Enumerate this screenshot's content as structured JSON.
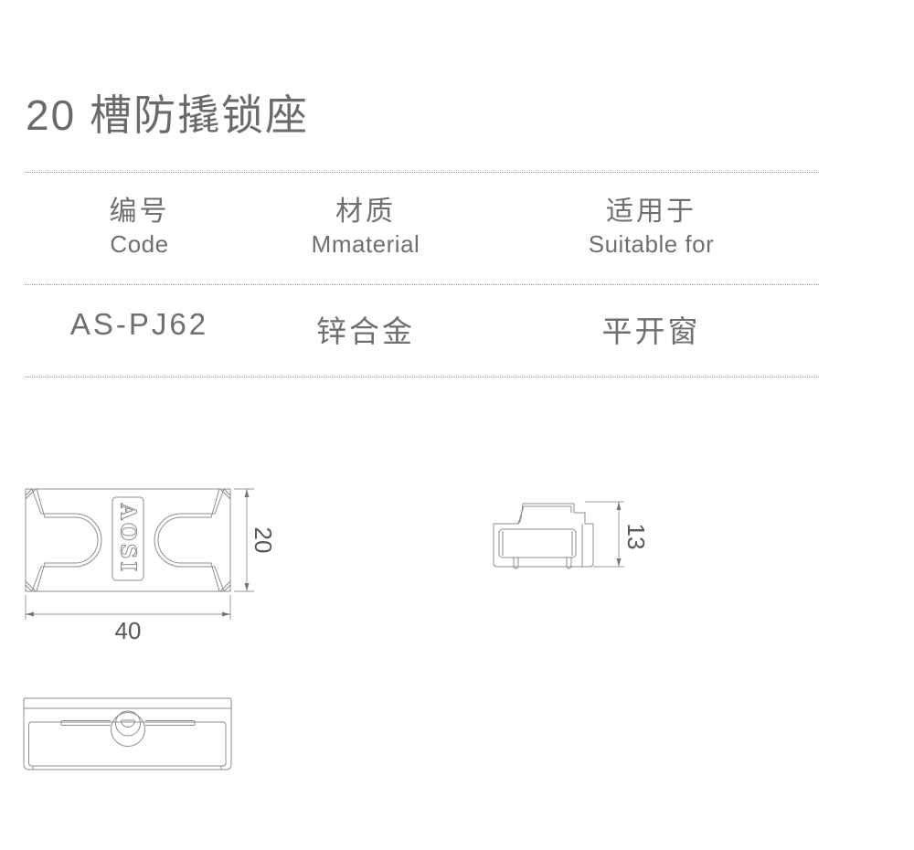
{
  "page": {
    "title": "20 槽防撬锁座"
  },
  "spec_table": {
    "headers": [
      {
        "zh": "编号",
        "en": "Code"
      },
      {
        "zh": "材质",
        "en": "Mmaterial"
      },
      {
        "zh": "适用于",
        "en": "Suitable for"
      }
    ],
    "row": {
      "code": "AS-PJ62",
      "material": "锌合金",
      "suitable_for": "平开窗"
    }
  },
  "drawings": {
    "brand_engraving": "AOSI",
    "front_view": {
      "width_mm": "40",
      "height_mm": "20"
    },
    "side_view": {
      "height_mm": "13"
    }
  },
  "colors": {
    "background": "#ffffff",
    "text": "#6f6f6f",
    "dimension_text": "#595757",
    "drawing_line": "#8c8c8c",
    "divider_dotted": "#9a9a9a"
  }
}
